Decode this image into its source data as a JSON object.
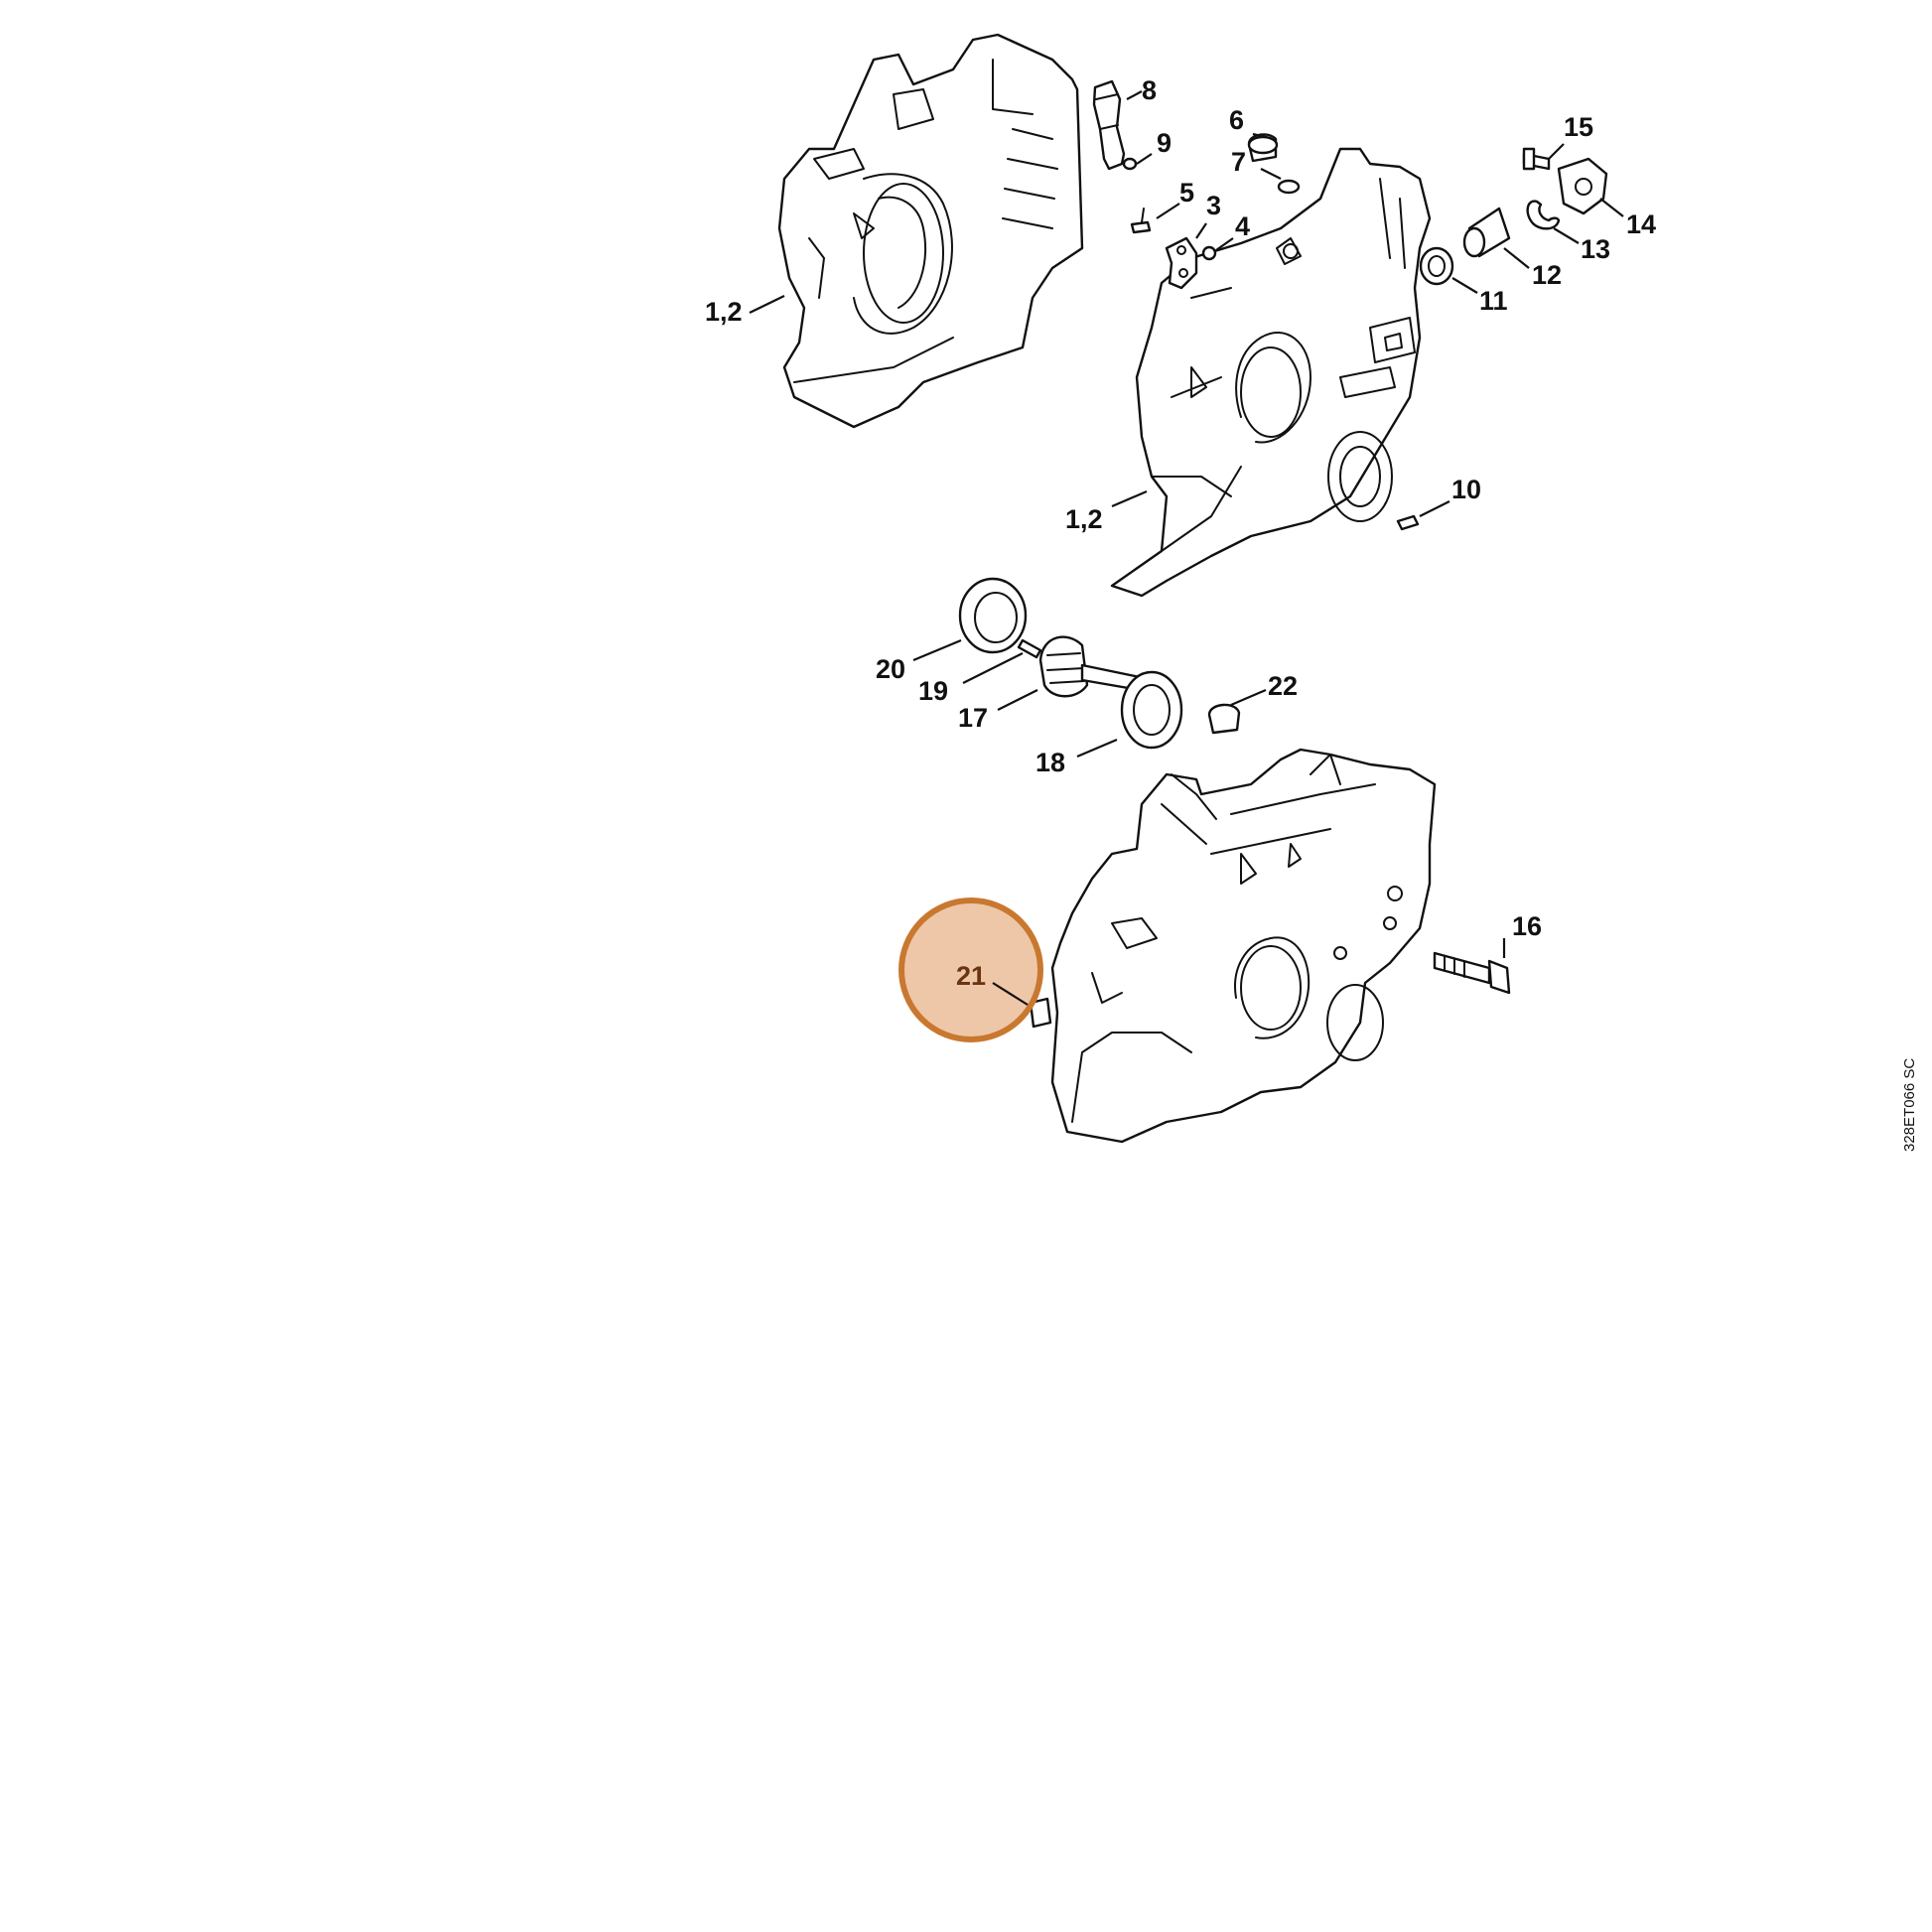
{
  "callouts": [
    {
      "id": "c1",
      "label": "1,2"
    },
    {
      "id": "c2",
      "label": "8"
    },
    {
      "id": "c3",
      "label": "9"
    },
    {
      "id": "c4",
      "label": "6"
    },
    {
      "id": "c5",
      "label": "7"
    },
    {
      "id": "c6",
      "label": "5"
    },
    {
      "id": "c7",
      "label": "3"
    },
    {
      "id": "c8",
      "label": "4"
    },
    {
      "id": "c9",
      "label": "15"
    },
    {
      "id": "c10",
      "label": "14"
    },
    {
      "id": "c11",
      "label": "13"
    },
    {
      "id": "c12",
      "label": "12"
    },
    {
      "id": "c13",
      "label": "11"
    },
    {
      "id": "c14",
      "label": "1,2"
    },
    {
      "id": "c15",
      "label": "10"
    },
    {
      "id": "c16",
      "label": "20"
    },
    {
      "id": "c17",
      "label": "19"
    },
    {
      "id": "c18",
      "label": "17"
    },
    {
      "id": "c19",
      "label": "18"
    },
    {
      "id": "c20",
      "label": "22"
    },
    {
      "id": "c21",
      "label": "16"
    },
    {
      "id": "c22",
      "label": "21"
    }
  ],
  "highlight": {
    "label": "21",
    "ring_color": "#c9782f",
    "fill_color": "#e8b48c"
  },
  "drawing_code": "328ET066 SC"
}
